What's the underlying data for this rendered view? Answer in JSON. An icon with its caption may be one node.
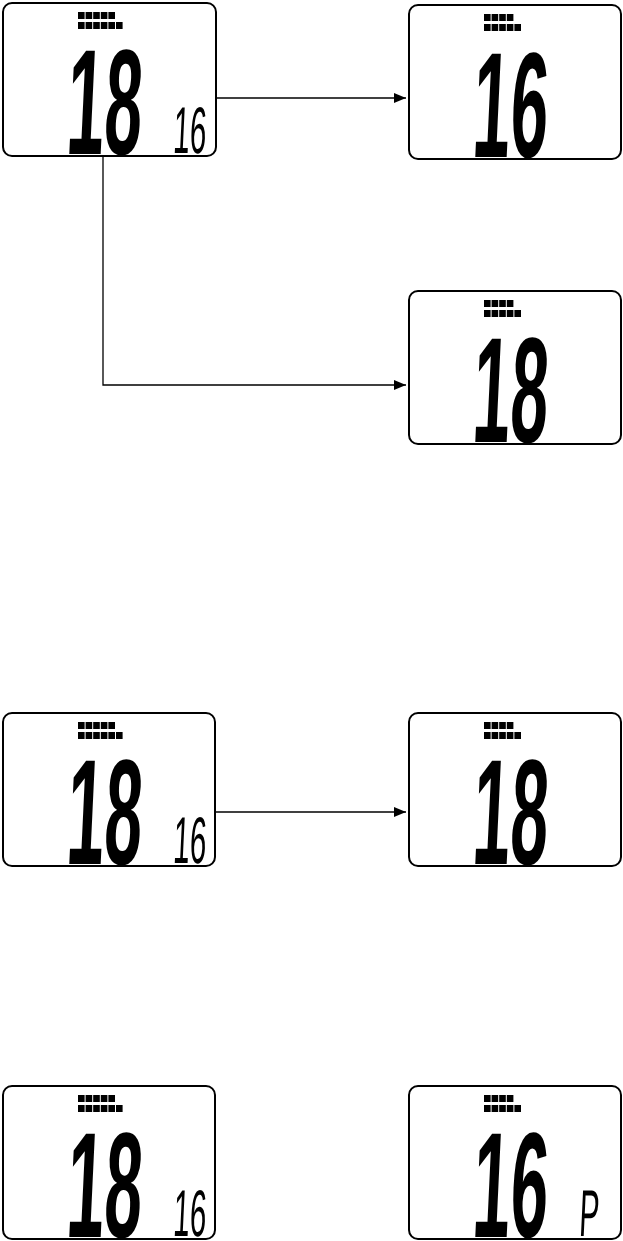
{
  "diagram": {
    "nodes": [
      {
        "text": [
          "18",
          "16"
        ]
      },
      {
        "text": [
          "16"
        ]
      },
      {
        "text": [
          "18"
        ]
      },
      {
        "text": [
          "18",
          "16"
        ]
      },
      {
        "text": [
          "18"
        ]
      },
      {
        "text": [
          "18",
          "16"
        ]
      },
      {
        "text": [
          "16",
          "P"
        ]
      }
    ],
    "edges": [
      {
        "from": 0,
        "to": 1,
        "arrow": "to"
      },
      {
        "from": 0,
        "to": 2,
        "arrow": "to"
      },
      {
        "from": 3,
        "to": 4,
        "arrow": "to"
      }
    ]
  }
}
